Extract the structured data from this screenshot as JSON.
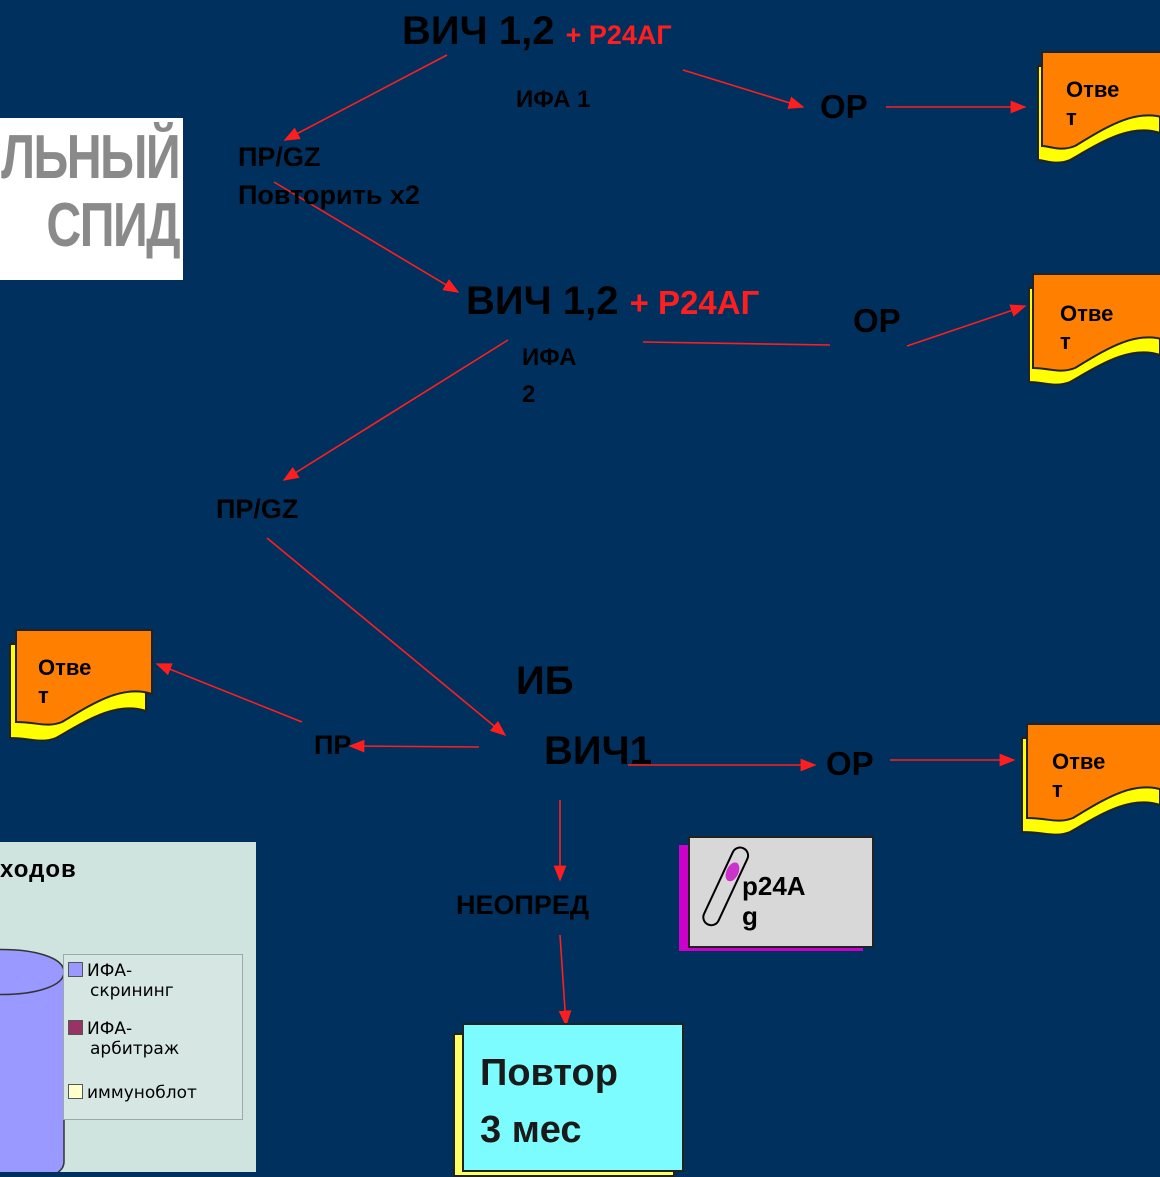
{
  "logo": {
    "line1": "ЛЬНЫЙ",
    "line2": "СПИД"
  },
  "top": {
    "title": "ВИЧ 1,2",
    "title_red": "+ P24АГ",
    "method": "ИФА 1",
    "or": "OP"
  },
  "pr1": {
    "line1": "ПР/GZ",
    "line2": "Повторить х2"
  },
  "second": {
    "title": "ВИЧ 1,2",
    "title_red": "+ P24АГ",
    "or": "OP",
    "method_line1": "ИФА",
    "method_line2": "2"
  },
  "pr2": {
    "label": "ПР/GZ"
  },
  "ib": {
    "title": "ИБ",
    "virus": "ВИЧ1",
    "pr": "ПР",
    "or": "OP",
    "neopred": "НЕОПРЕД"
  },
  "answers": [
    {
      "line1": "Отве",
      "line2": "т"
    },
    {
      "line1": "Отве",
      "line2": "т"
    },
    {
      "line1": "Отве",
      "line2": "т"
    },
    {
      "line1": "Отве",
      "line2": "т"
    }
  ],
  "tube": {
    "line1": "p24A",
    "line2": "g"
  },
  "repeat": {
    "line1": "Повтор",
    "line2": "3 мес"
  },
  "chart_data": {
    "type": "pie",
    "title": "ходов",
    "legend": [
      "ИФА-скрининг",
      "ИФА-арбитраж",
      "иммуноблот"
    ],
    "legend_lines": [
      [
        "ИФА-",
        "скрининг"
      ],
      [
        "ИФА-",
        "арбитраж"
      ],
      [
        "иммуноблот"
      ]
    ],
    "colors": [
      "#9999ff",
      "#993366",
      "#ffffcc"
    ]
  },
  "colors": {
    "background": "#00305e",
    "arrow": "#ff1e1e",
    "doc": "#ff8000",
    "doc_shadow": "#ffff00",
    "repeat_box": "#7dfcff"
  }
}
